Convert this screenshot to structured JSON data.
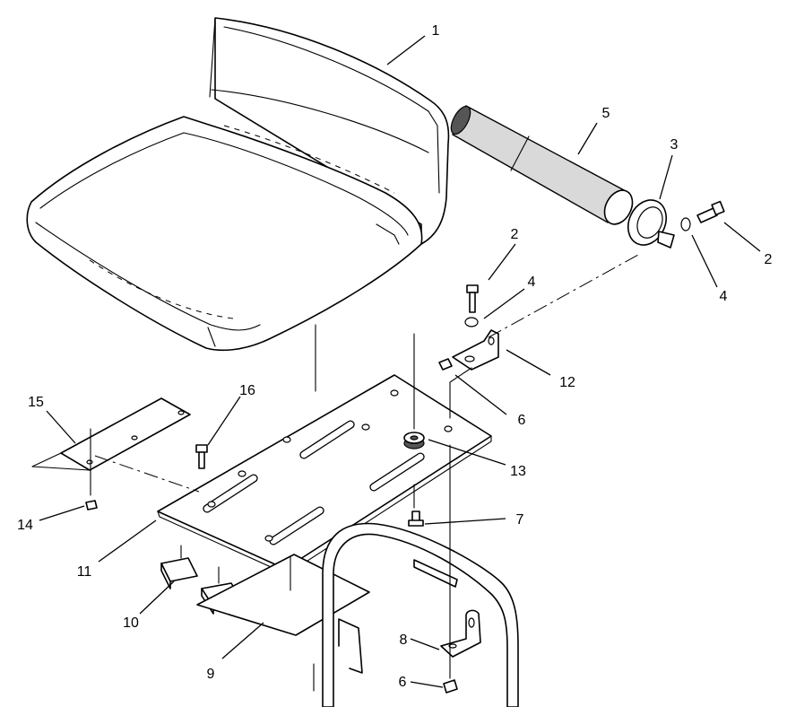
{
  "callouts": [
    {
      "id": "c1",
      "label": "1"
    },
    {
      "id": "c5",
      "label": "5"
    },
    {
      "id": "c3",
      "label": "3"
    },
    {
      "id": "c2a",
      "label": "2"
    },
    {
      "id": "c2b",
      "label": "2"
    },
    {
      "id": "c4a",
      "label": "4"
    },
    {
      "id": "c4b",
      "label": "4"
    },
    {
      "id": "c12",
      "label": "12"
    },
    {
      "id": "c6a",
      "label": "6"
    },
    {
      "id": "c16",
      "label": "16"
    },
    {
      "id": "c15",
      "label": "15"
    },
    {
      "id": "c13",
      "label": "13"
    },
    {
      "id": "c7",
      "label": "7"
    },
    {
      "id": "c14",
      "label": "14"
    },
    {
      "id": "c11",
      "label": "11"
    },
    {
      "id": "c10",
      "label": "10"
    },
    {
      "id": "c8",
      "label": "8"
    },
    {
      "id": "c9",
      "label": "9"
    },
    {
      "id": "c6b",
      "label": "6"
    }
  ]
}
